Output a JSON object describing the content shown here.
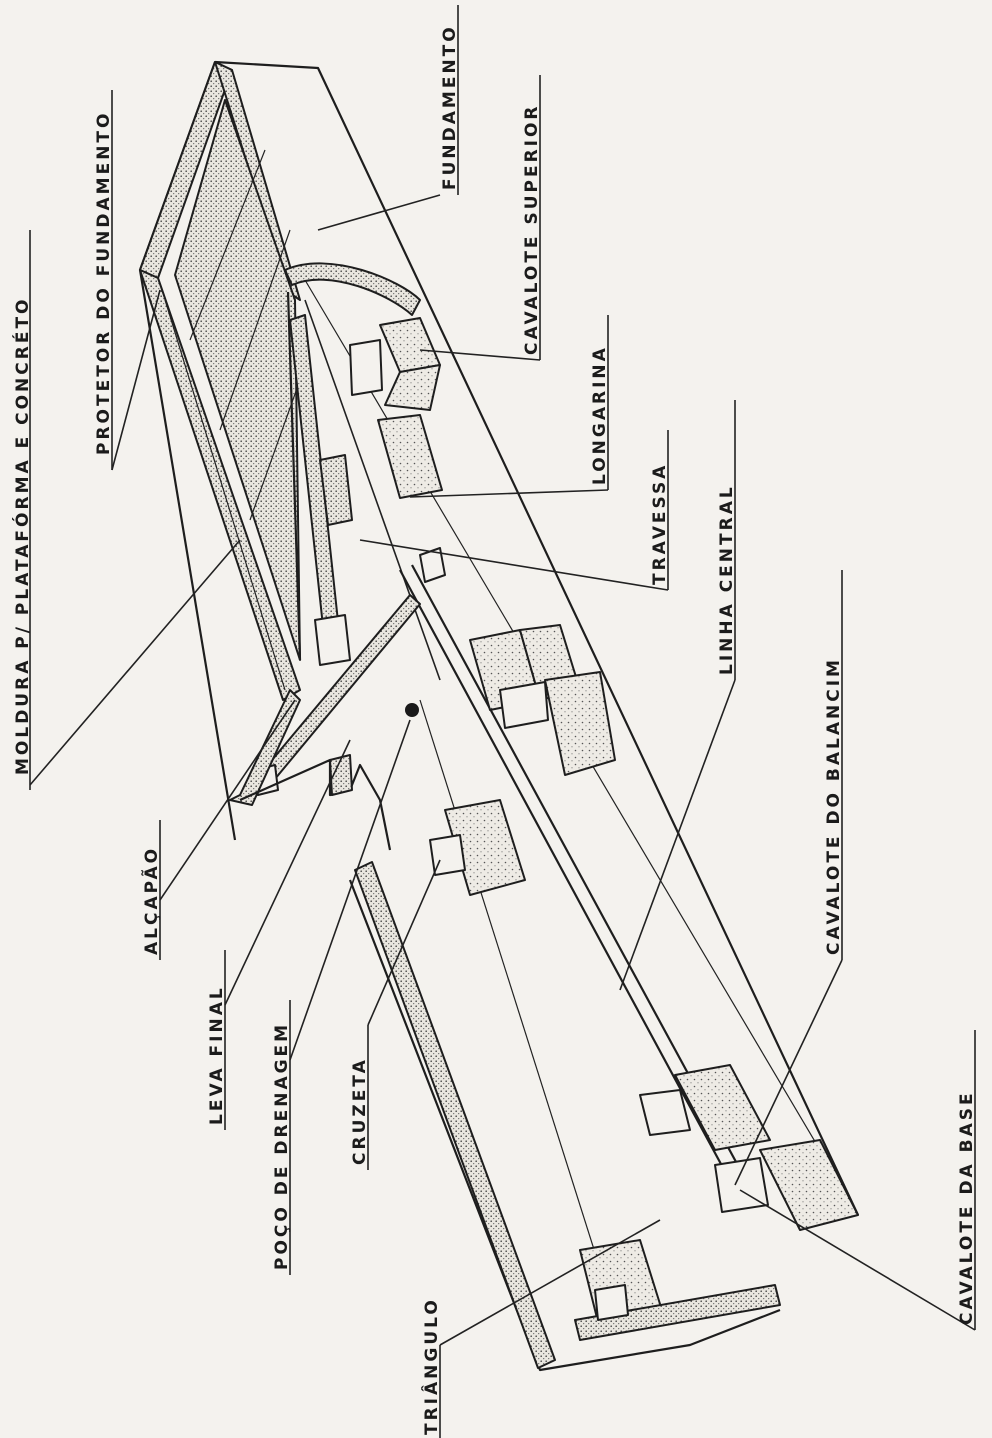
{
  "labels": {
    "moldura": "MOLDURA P/ PLATAFÓRMA E CONCRÉTO",
    "protetor": "PROTETOR DO FUNDAMENTO",
    "fundamento": "FUNDAMENTO",
    "cavalote_superior": "CAVALOTE SUPERIOR",
    "longarina": "LONGARINA",
    "travessa": "TRAVESSA",
    "linha_central": "LINHA CENTRAL",
    "cavalote_balancim": "CAVALOTE DO BALANCIM",
    "cavalote_base": "CAVALOTE DA BASE",
    "alcapao": "ALÇAPÃO",
    "leva_final": "LEVA FINAL",
    "poco_drenagem": "POÇO DE DRENAGEM",
    "cruzeta": "CRUZETA",
    "triangulo": "TRIÂNGULO"
  },
  "colors": {
    "ink": "#1e1e1e",
    "paper": "#f4f2ee"
  }
}
